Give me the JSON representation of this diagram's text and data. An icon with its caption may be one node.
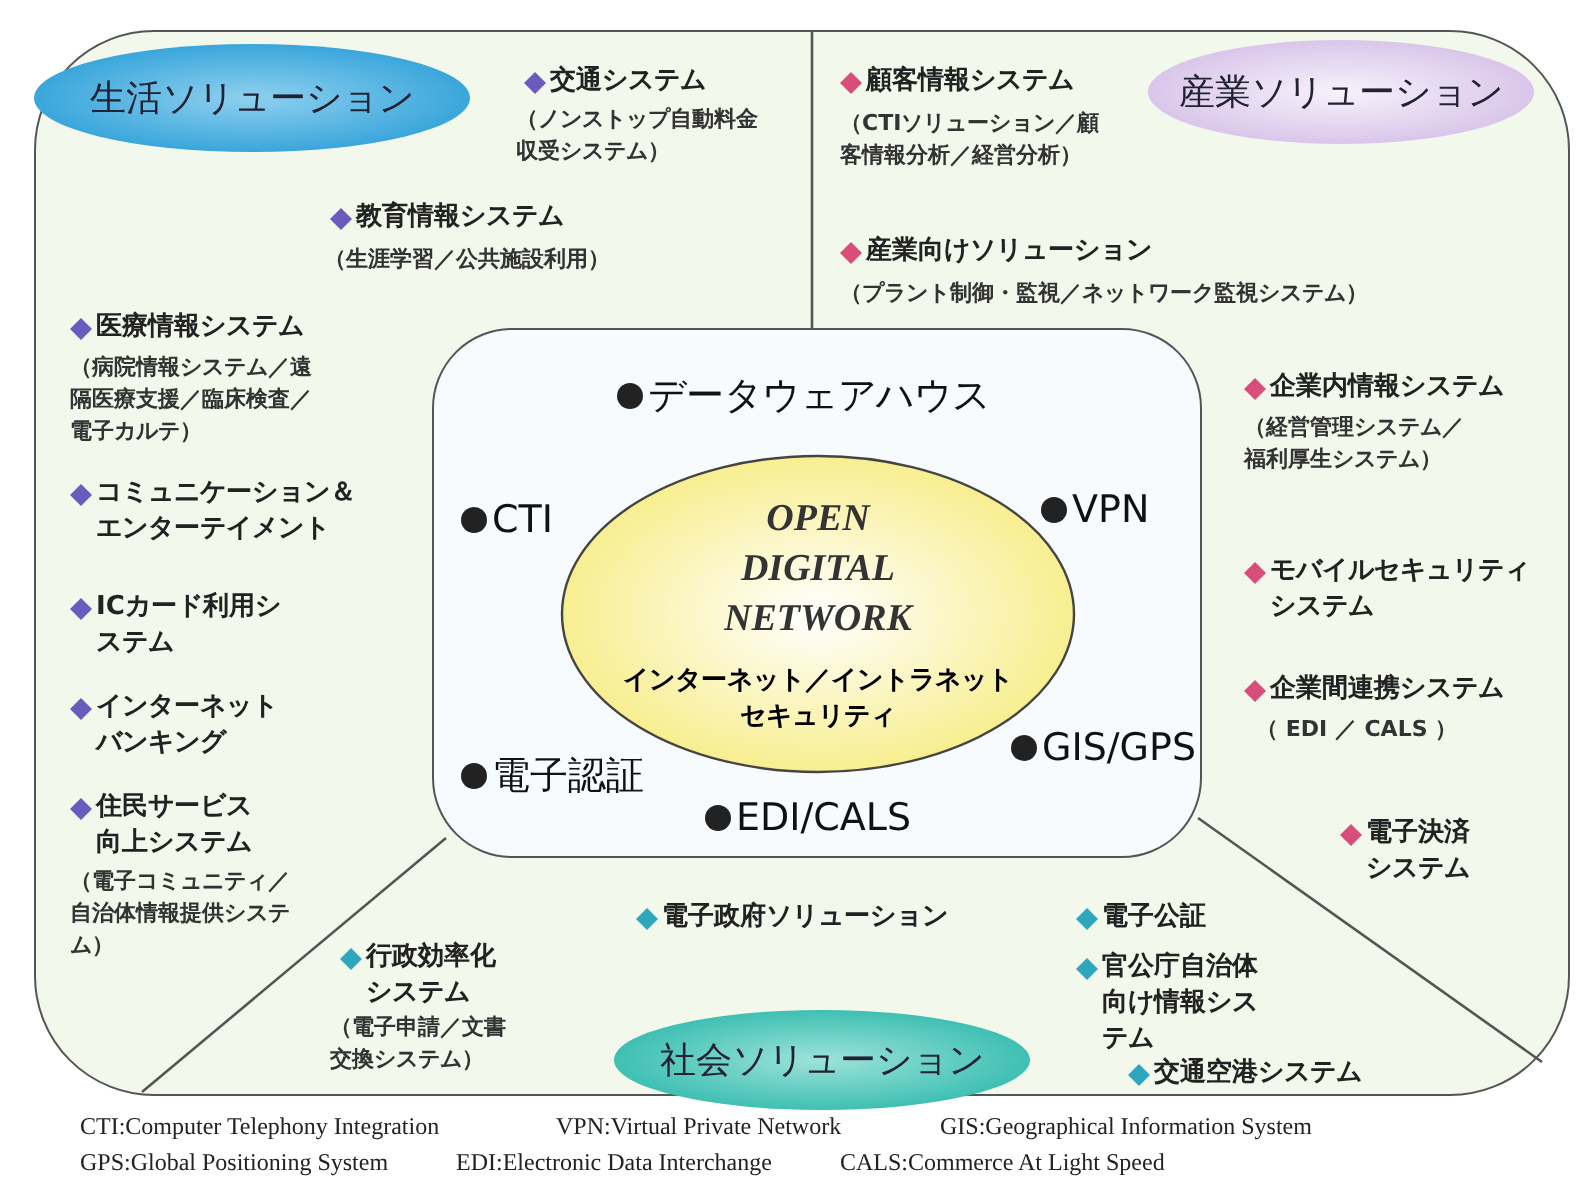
{
  "diagram": {
    "nodes": [
      {
        "text": [],
        "shape": "box"
      },
      {
        "text": [
          "生活ソリューション"
        ],
        "in": 0
      },
      {
        "text": [
          "産業ソリューション"
        ],
        "in": 0
      },
      {
        "text": [
          "社会ソリューション"
        ],
        "in": 0
      },
      {
        "text": [],
        "shape": "box",
        "in": 0
      },
      {
        "text": [
          "OPEN DIGITAL NETWORK",
          "インターネット／イントラネットセキュリティ"
        ],
        "in": 4
      }
    ],
    "labels": [
      "交通システム",
      "（ノンストップ自動料金収受システム）",
      "顧客情報システム",
      "（CTIソリューション／顧客情報分析／経営分析）",
      "教育情報システム",
      "（生涯学習／公共施設利用）",
      "産業向けソリューション",
      "（プラント制御・監視／ネットワーク監視システム）",
      "医療情報システム",
      "（病院情報システム／遠隔医療支援／臨床検査／電子カルテ）",
      "データウェアハウス",
      "企業内情報システム",
      "（経営管理システム／福利厚生システム）",
      "コミュニケーション＆エンターテイメント",
      "CTI",
      "VPN",
      "ICカード利用システム",
      "モバイルセキュリティシステム",
      "インターネットバンキング",
      "企業間連携システム",
      "（ EDI ／ CALS ）",
      "電子認証",
      "GIS/GPS",
      "EDI/CALS",
      "住民サービス向上システム",
      "（電子コミュニティ／自治体情報提供システム）",
      "電子決済システム",
      "電子政府ソリューション",
      "電子公証",
      "行政効率化システム",
      "官公庁自治体向け情報システム",
      "（電子申請／文書交換システム）",
      "交通空港システム",
      "CTI:Computer Telephony Integration",
      "VPN:Virtual Private Network",
      "GIS:Geographical Information System",
      "GPS:Global Positioning System",
      "EDI:Electronic Data Interchange",
      "CALS:Commerce At Light Speed"
    ]
  }
}
